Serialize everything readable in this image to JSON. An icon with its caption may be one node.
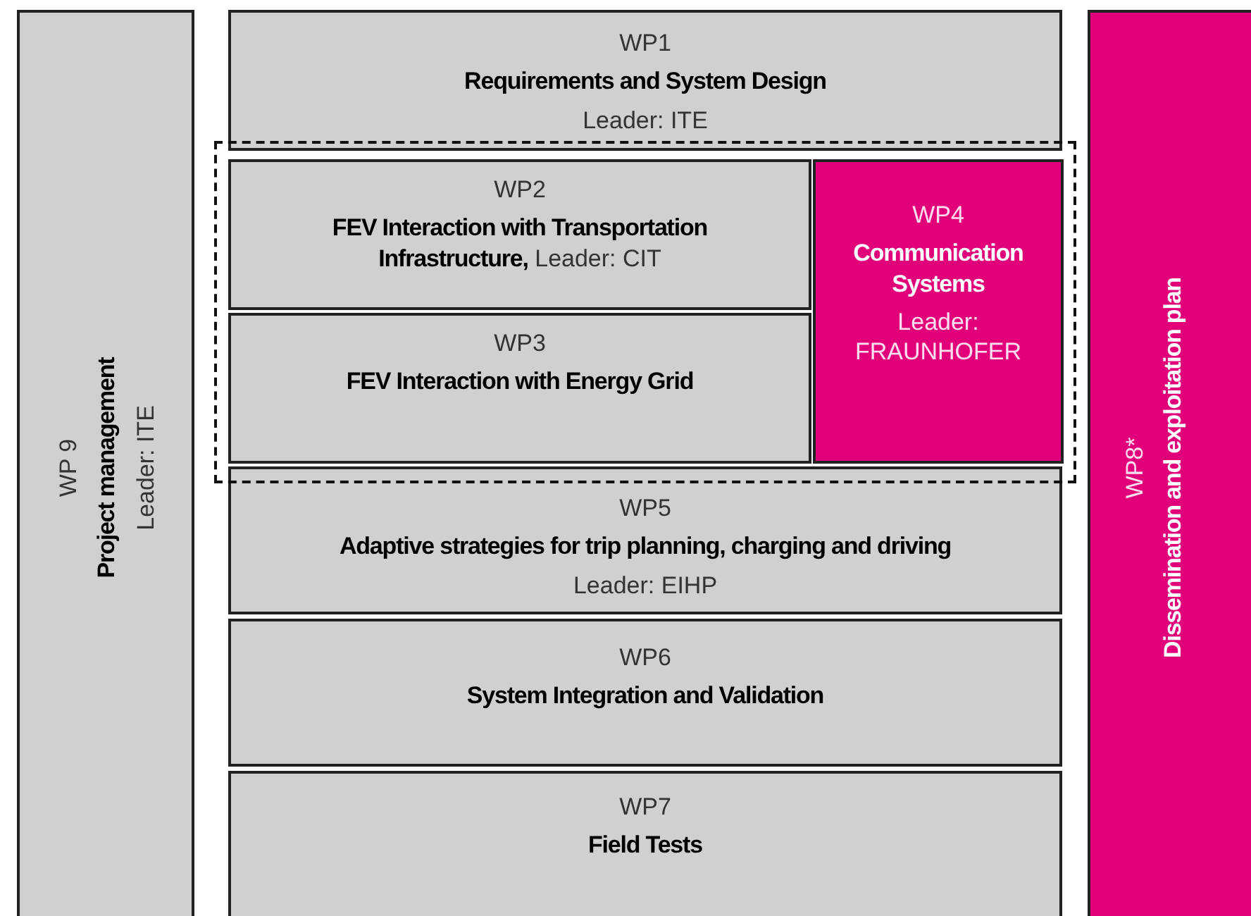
{
  "diagram": {
    "nodes": [
      {
        "text": [
          "WP 9",
          "Project management",
          "Leader: ITE"
        ]
      },
      {
        "text": [
          "WP1",
          "Requirements and System Design",
          "Leader: ITE"
        ]
      },
      {
        "text": [],
        "shape": "box"
      },
      {
        "text": [
          "WP2",
          "FEV Interaction with Transportation Infrastructure,",
          "Leader: CIT"
        ],
        "in": 2
      },
      {
        "text": [
          "WP3",
          "FEV Interaction with Energy Grid"
        ],
        "in": 2
      },
      {
        "text": [
          "WP4",
          "Communication Systems",
          "Leader: FRAUNHOFER"
        ],
        "in": 2
      },
      {
        "text": [
          "WP5",
          "Adaptive strategies for trip planning, charging and driving",
          "Leader: EIHP"
        ]
      },
      {
        "text": [
          "WP6",
          "System Integration and Validation"
        ]
      },
      {
        "text": [
          "WP7",
          "Field Tests"
        ]
      },
      {
        "text": [
          "WP8*",
          "Dissemination and exploitation plan"
        ]
      }
    ],
    "edges": []
  }
}
